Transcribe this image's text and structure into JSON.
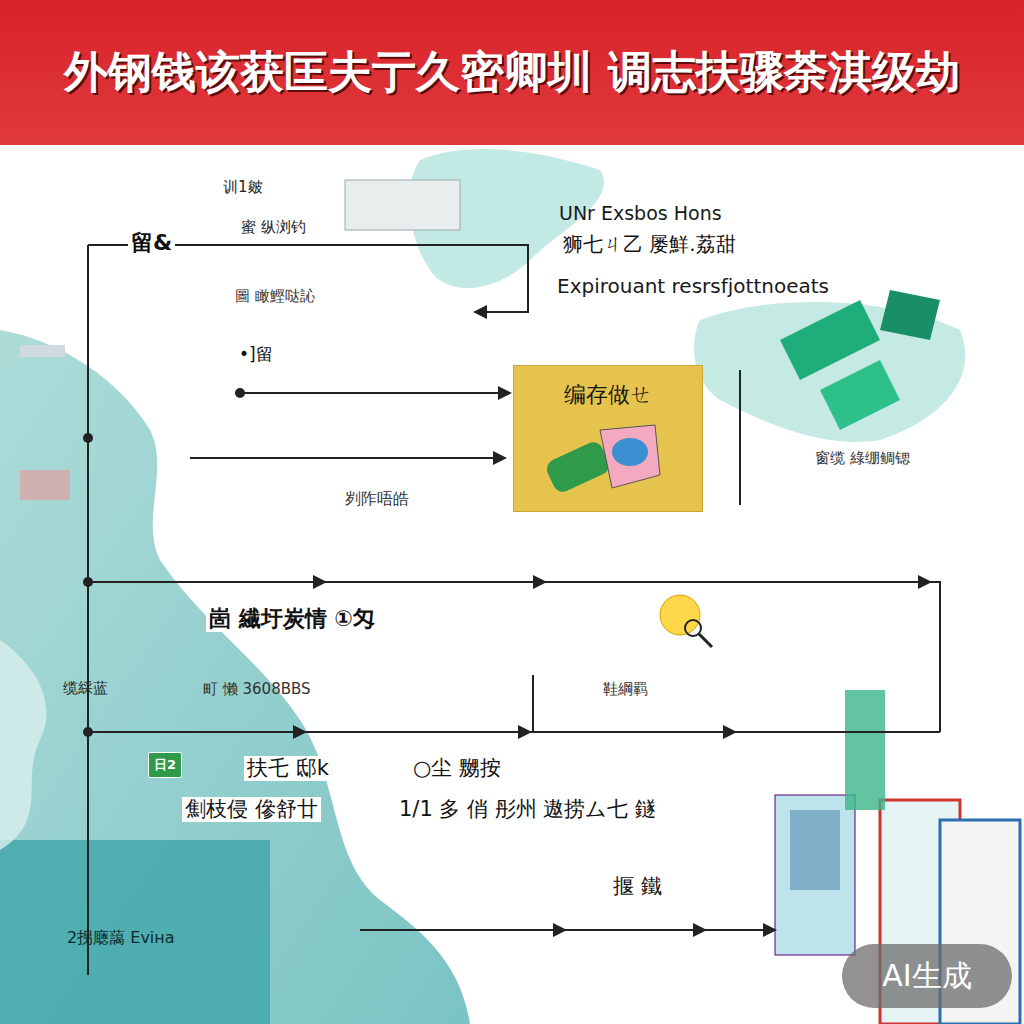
{
  "diagram": {
    "title": "外钢钱该获匡夫亍久密卿圳 调志扶骤荼淇级劫",
    "nodes": [
      {
        "text": [
          "编存做ㄝ"
        ]
      },
      {
        "text": [
          "日2"
        ]
      },
      {
        "text": [
          "AI生成"
        ]
      }
    ],
    "labels": [
      "训1皴",
      "蜜 纵浏钓",
      "留&",
      "UNr Exsbos Hons",
      "狮七ㄐ乙 屡鮮.荔甜",
      "Expirouant resrsfjottnoeats",
      "圖 瞰鰹哒訫",
      "•]留",
      "刿阼唔皓",
      "窗缆 綠绷鲷锶",
      "崮 繊圩炭情 ①匁",
      "缆綵蓝",
      "町 懒 3608BBS",
      "鞋綱羁",
      "扶乇 邸k",
      "○尘 嬲按",
      "劁枝侵 傪舒廿",
      "1/1 多 俏 彤州 遨捞ム七 鐩",
      "揠 鐵",
      "2拐廰藹 Eviна"
    ]
  }
}
